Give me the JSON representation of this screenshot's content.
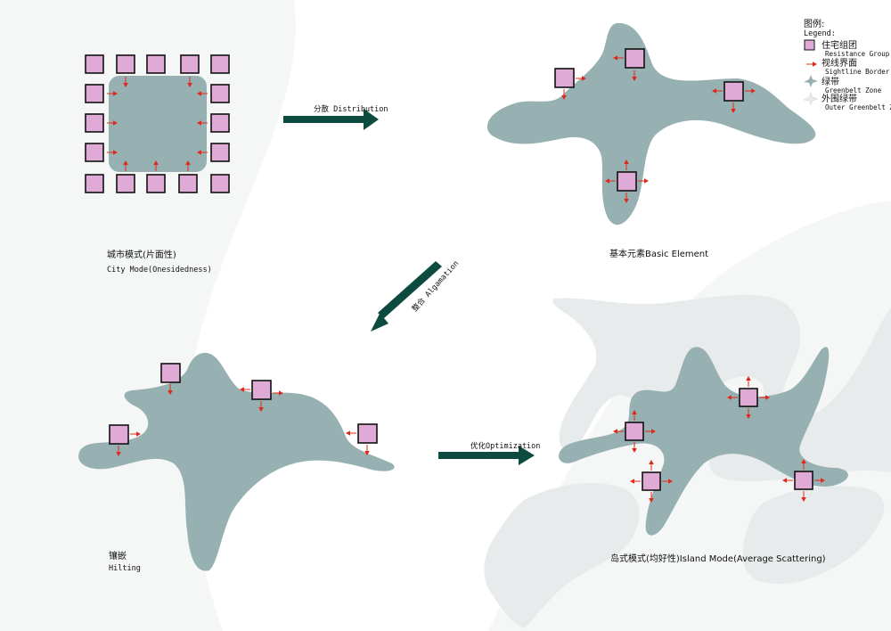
{
  "legend": {
    "title": "图例:",
    "subtitle": "Legend:",
    "items": [
      {
        "cn": "住宅组团",
        "en": "Resistance Group",
        "icon": "pink-square-icon"
      },
      {
        "cn": "视线界面",
        "en": "Sightline Border",
        "icon": "red-arrow-icon"
      },
      {
        "cn": "绿带",
        "en": "Greenbelt Zone",
        "icon": "greenbelt-icon"
      },
      {
        "cn": "外围绿带",
        "en": "Outer Greenbelt Zone",
        "icon": "outer-greenbelt-icon"
      }
    ]
  },
  "panels": {
    "city": {
      "cn": "城市模式(片面性)",
      "en": "City Mode(Onesidedness)"
    },
    "basic": {
      "text": "基本元素Basic Element"
    },
    "hilting": {
      "cn": "镶嵌",
      "en": "Hilting"
    },
    "island": {
      "text": "岛式模式(均好性)Island Mode(Average Scattering)"
    }
  },
  "flows": {
    "distribution": "分散 Distribution",
    "algamation": "整合 Algamation",
    "optimization": "优化Optimization"
  },
  "colors": {
    "greenbelt": "#97b1b3",
    "outer_greenbelt": "#e7ebec",
    "resistance_group": "#e0aad6",
    "sightline": "#e0291b",
    "flow_arrow": "#0d4a3f"
  }
}
